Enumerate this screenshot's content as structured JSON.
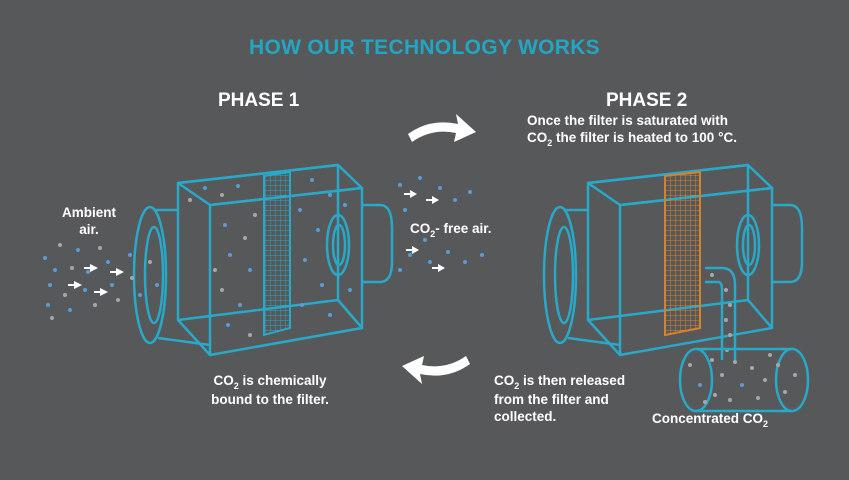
{
  "title": "HOW OUR TECHNOLOGY WORKS",
  "phase1": {
    "heading": "PHASE 1",
    "ambient_line1": "Ambient",
    "ambient_line2": "air.",
    "free_air_prefix": "CO",
    "free_air_sub": "2",
    "free_air_suffix": "- free air.",
    "bound_prefix": "CO",
    "bound_sub": "2",
    "bound_line1_rest": " is chemically",
    "bound_line2": "bound to the filter."
  },
  "phase2": {
    "heading": "PHASE 2",
    "desc_line1": "Once the filter is saturated with",
    "desc_prefix": "CO",
    "desc_sub": "2",
    "desc_line2_rest": " the filter is heated to 100 °C.",
    "released_prefix": "CO",
    "released_sub": "2",
    "released_line1_rest": " is then released",
    "released_line2": "from the filter and",
    "released_line3": "collected.",
    "concentrated_label": "Concentrated CO",
    "concentrated_sub": "2"
  },
  "colors": {
    "background": "#575859",
    "title": "#21a7c4",
    "outline": "#29a9c9",
    "filter_saturated": "#d9822b",
    "particle_blue": "#5b9bd5",
    "particle_gray": "#a7a7a7"
  },
  "icons": [
    "arrow-right-curved-icon",
    "arrow-left-curved-icon",
    "air-flow-arrow-icon"
  ]
}
